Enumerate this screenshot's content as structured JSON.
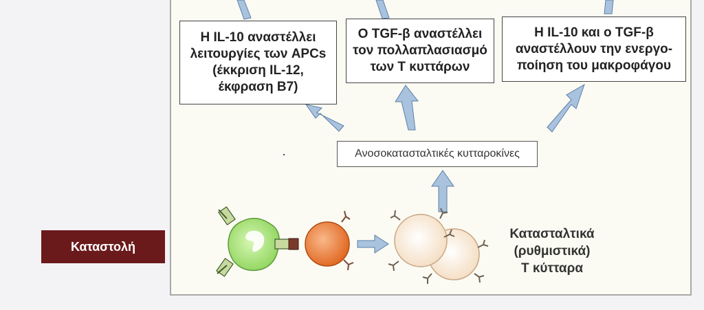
{
  "effects": [
    {
      "text": "Η IL-10 αναστέλλει\nλειτουργίες των APCs\n(έκκριση IL-12,\nέκφραση B7)"
    },
    {
      "text": "Ο TGF-β αναστέλλει\nτον πολλαπλασιασμό\nτων Τ κυττάρων"
    },
    {
      "text": "Η IL-10 και ο TGF-β\nαναστέλλουν την ενεργο-\nποίηση του μακροφάγου"
    }
  ],
  "cytokines_label": "Ανοσοκατασταλτικές κυτταροκίνες",
  "section_label": "Καταστολή",
  "regulatory_label": "Κατασταλτικά\n(ρυθμιστικά)\nΤ κύτταρα",
  "colors": {
    "section_tag": "#6b1a1c",
    "arrow_fill": "#a9c2de",
    "apc": "#a6e07a",
    "t_cell": "#f08a4a",
    "treg": "#fbeedd"
  }
}
